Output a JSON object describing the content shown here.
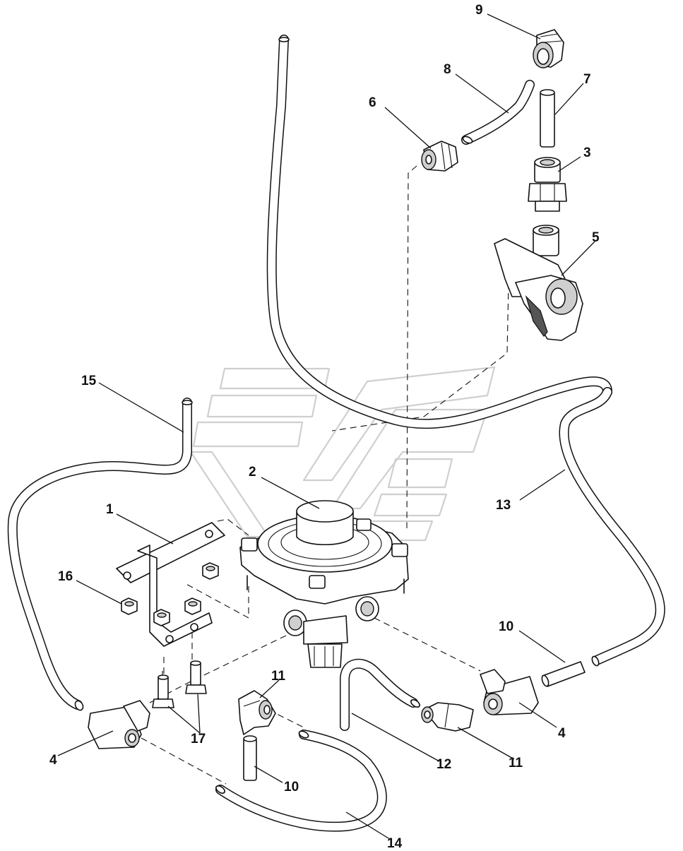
{
  "callouts": [
    {
      "id": "c1",
      "label": "1"
    },
    {
      "id": "c2",
      "label": "2"
    },
    {
      "id": "c3",
      "label": "3"
    },
    {
      "id": "c4a",
      "label": "4"
    },
    {
      "id": "c4b",
      "label": "4"
    },
    {
      "id": "c5",
      "label": "5"
    },
    {
      "id": "c6",
      "label": "6"
    },
    {
      "id": "c7",
      "label": "7"
    },
    {
      "id": "c8",
      "label": "8"
    },
    {
      "id": "c9",
      "label": "9"
    },
    {
      "id": "c10a",
      "label": "10"
    },
    {
      "id": "c10b",
      "label": "10"
    },
    {
      "id": "c11a",
      "label": "11"
    },
    {
      "id": "c11b",
      "label": "11"
    },
    {
      "id": "c12",
      "label": "12"
    },
    {
      "id": "c13",
      "label": "13"
    },
    {
      "id": "c14",
      "label": "14"
    },
    {
      "id": "c15",
      "label": "15"
    },
    {
      "id": "c16",
      "label": "16"
    },
    {
      "id": "c17",
      "label": "17"
    }
  ]
}
